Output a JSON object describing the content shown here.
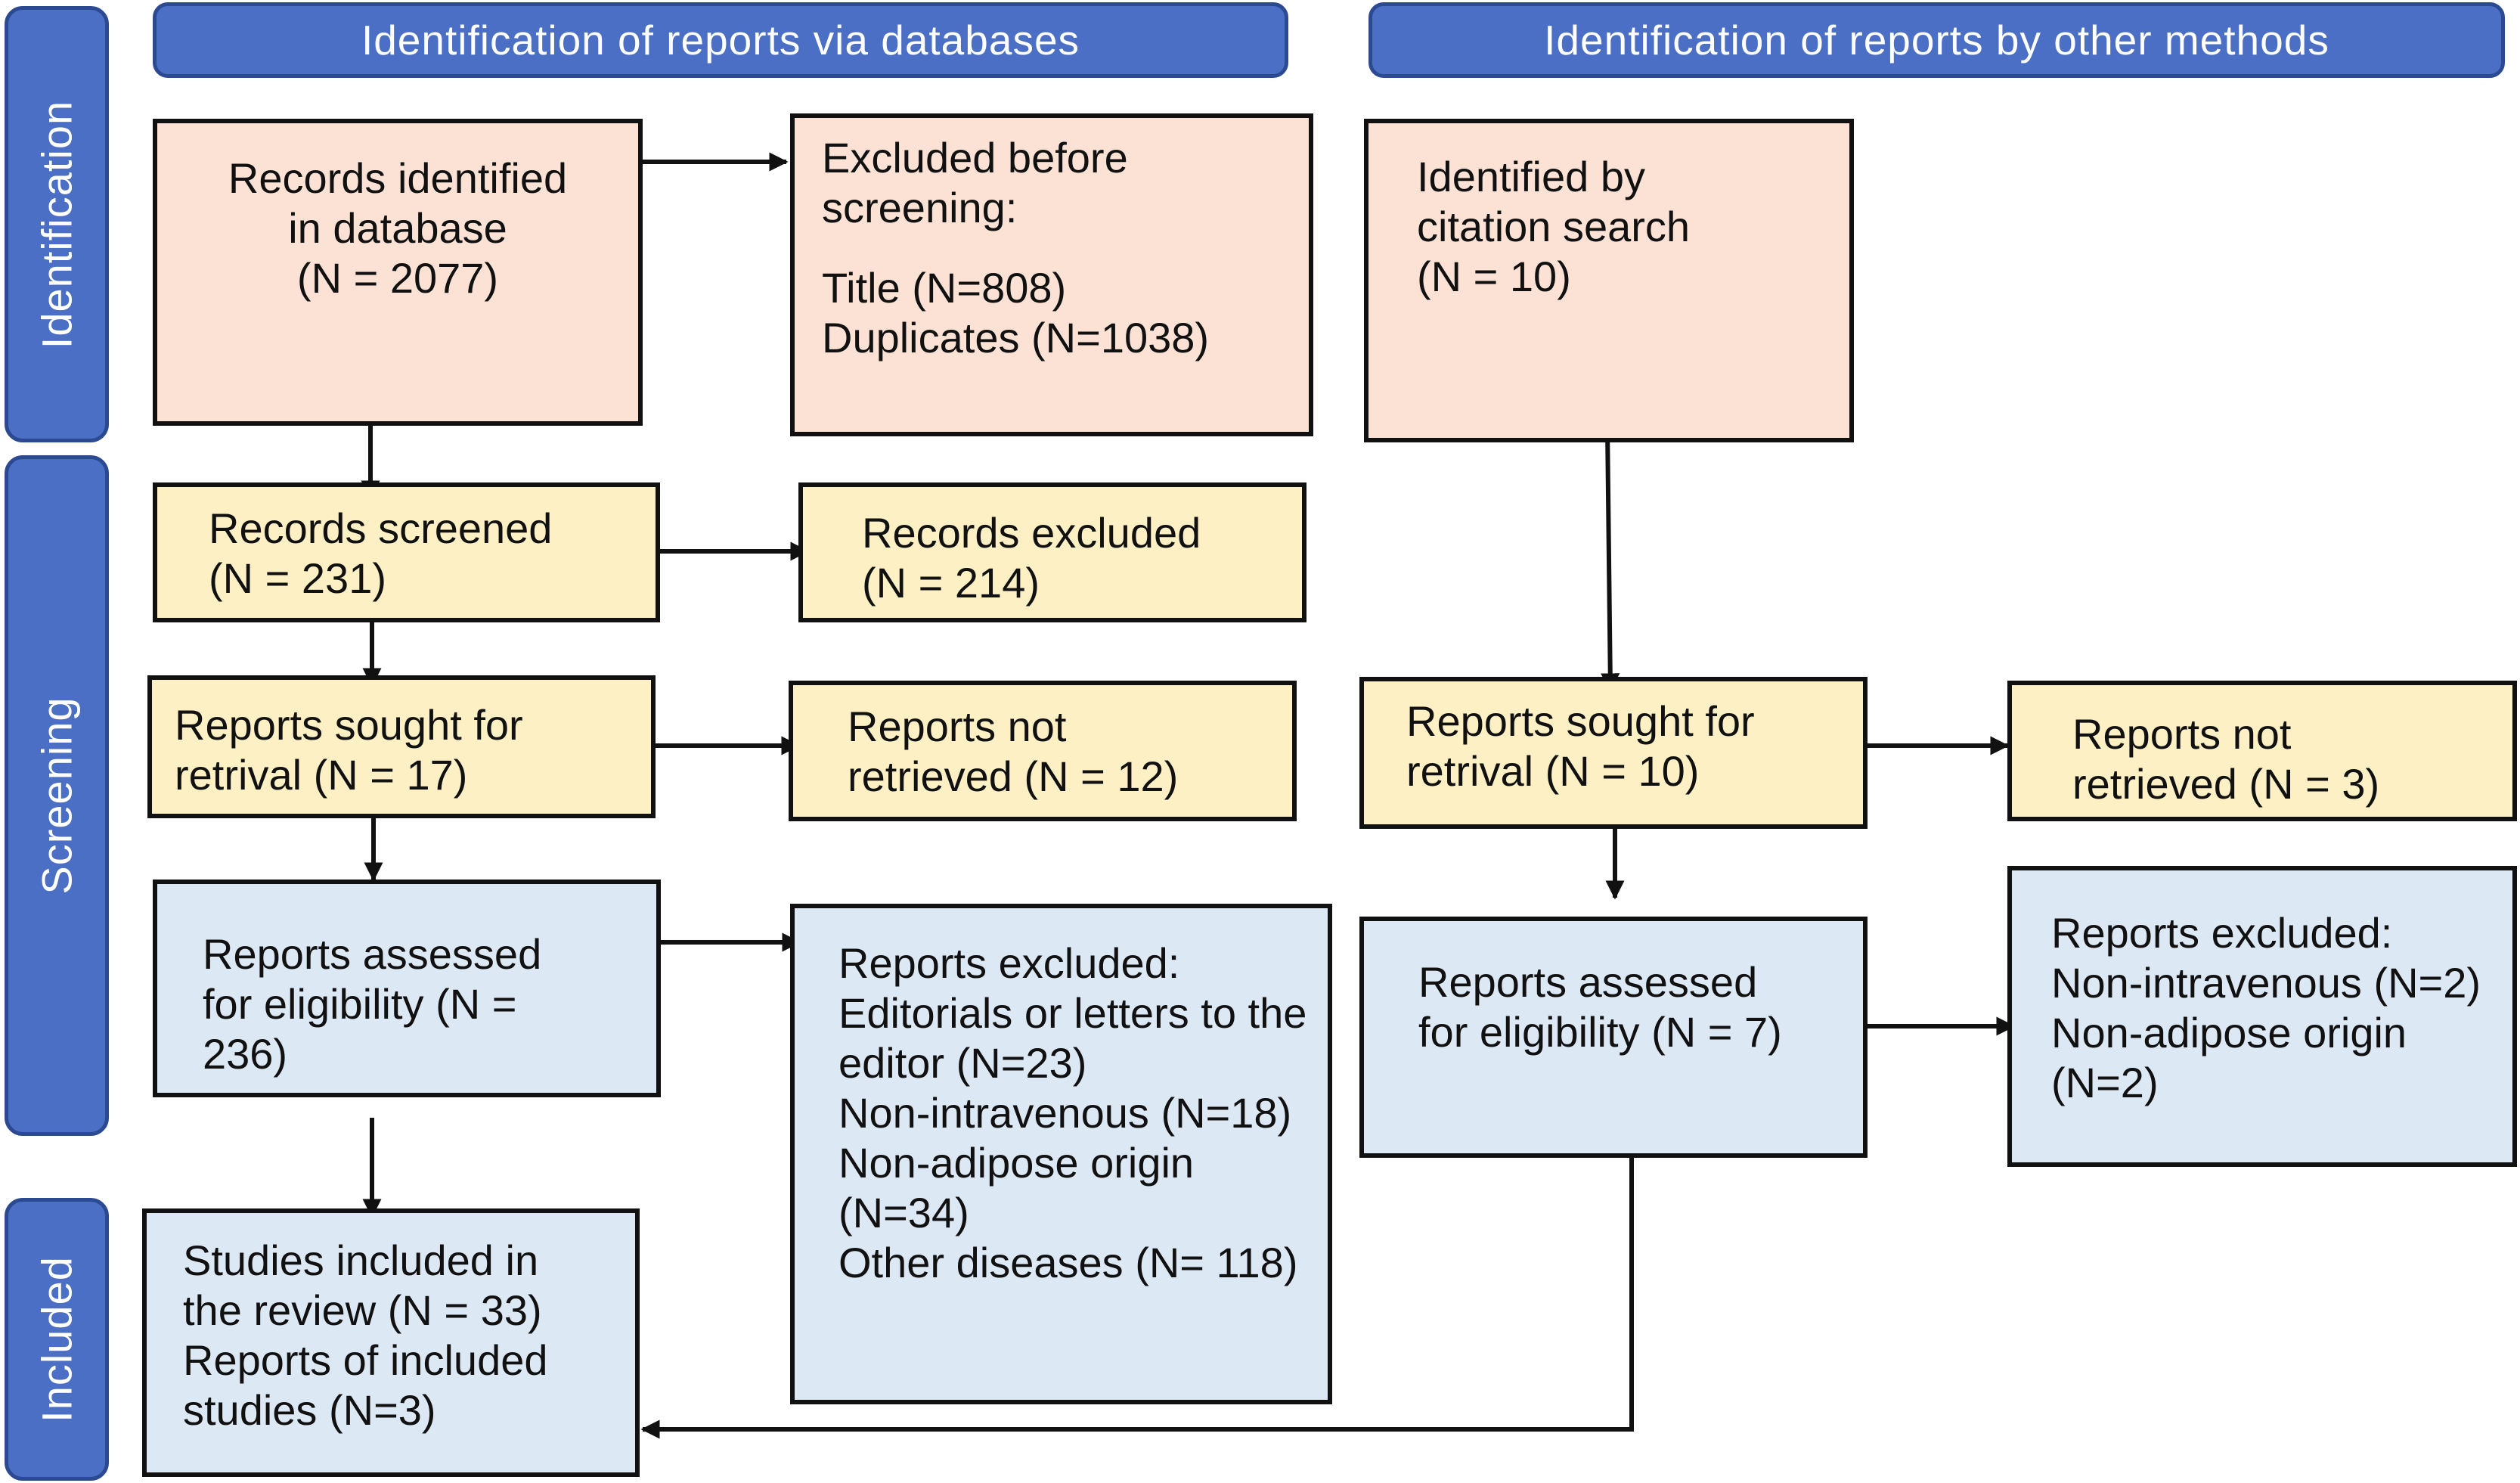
{
  "headers": {
    "databases": "Identification of reports via databases",
    "other": "Identification of reports by other methods"
  },
  "phases": {
    "identification": "Identification",
    "screening": "Screening",
    "included": "Included"
  },
  "boxes": {
    "records_identified": [
      "Records identified",
      "in database",
      "(N = 2077)"
    ],
    "excluded_before": {
      "heading": [
        "Excluded before",
        "screening:"
      ],
      "items": [
        "Title (N=808)",
        "Duplicates (N=1038)"
      ]
    },
    "citation_search": [
      "Identified by",
      "citation search",
      "(N = 10)"
    ],
    "records_screened": [
      "Records screened",
      "(N = 231)"
    ],
    "records_excluded": [
      "Records excluded",
      "(N = 214)"
    ],
    "sought_db": [
      "Reports sought for",
      "retrival (N = 17)"
    ],
    "not_retrieved_db": [
      "Reports not",
      "retrieved (N = 12)"
    ],
    "sought_other": [
      "Reports sought for",
      "retrival (N = 10)"
    ],
    "not_retrieved_other": [
      "Reports not",
      "retrieved (N = 3)"
    ],
    "assessed_db": [
      "Reports assessed",
      "for eligibility (N =",
      "236)"
    ],
    "excluded_db": [
      "Reports excluded:",
      "Editorials or letters to the",
      "editor (N=23)",
      "Non-intravenous (N=18)",
      "Non-adipose origin",
      "(N=34)",
      "Other diseases (N= 118)"
    ],
    "assessed_other": [
      "Reports assessed",
      "for eligibility (N = 7)"
    ],
    "excluded_other": [
      "Reports excluded:",
      "Non-intravenous (N=2)",
      "Non-adipose origin",
      "(N=2)"
    ],
    "included": [
      "Studies included in",
      "the review (N = 33)",
      "Reports of included",
      "studies (N=3)"
    ]
  },
  "colors": {
    "header_fill": "#4a6fc4",
    "identification_fill": "#fbe2d5",
    "screening_fill": "#fdf0c5",
    "eligibility_fill": "#dde8f5",
    "line": "#111111"
  }
}
